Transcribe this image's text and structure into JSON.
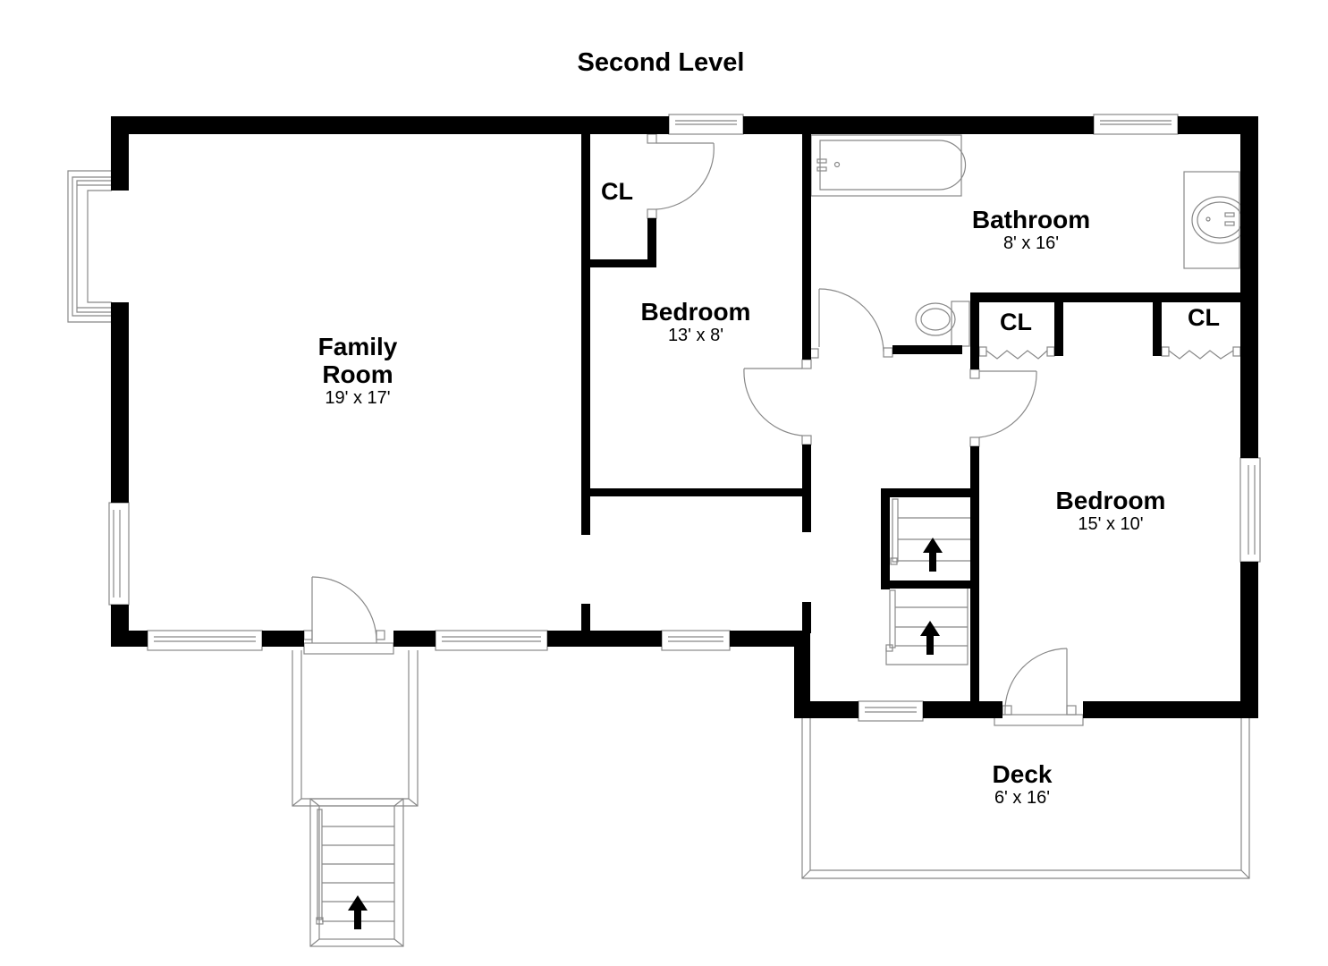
{
  "title": "Second Level",
  "rooms": {
    "family_room": {
      "name_line1": "Family",
      "name_line2": "Room",
      "dimensions": "19' x 17'"
    },
    "bedroom_1": {
      "name": "Bedroom",
      "dimensions": "13' x 8'"
    },
    "bathroom": {
      "name": "Bathroom",
      "dimensions": "8' x 16'"
    },
    "bedroom_2": {
      "name": "Bedroom",
      "dimensions": "15' x 10'"
    },
    "deck": {
      "name": "Deck",
      "dimensions": "6' x 16'"
    }
  },
  "closets": [
    {
      "label": "CL"
    },
    {
      "label": "CL"
    },
    {
      "label": "CL"
    }
  ],
  "colors": {
    "wall": "#000000",
    "fixture_line": "#888888",
    "background": "#ffffff"
  }
}
